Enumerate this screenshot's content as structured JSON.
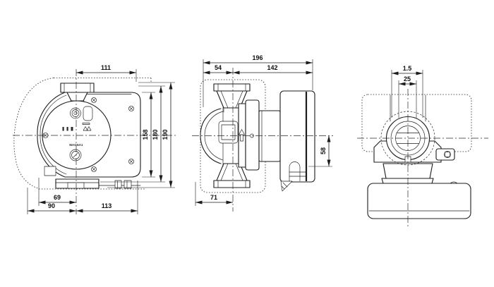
{
  "drawing": {
    "type": "pump-dimensional-drawing",
    "brand_label": "MAGNA1",
    "colors": {
      "background": "#ffffff",
      "line": "#1c1c1c"
    },
    "front_view": {
      "dims": {
        "top_width": "111",
        "body_height": "158",
        "mid_height": "180",
        "total_height": "190",
        "foot_offset": "69",
        "left_depth": "90",
        "right_depth": "113"
      }
    },
    "side_view": {
      "dims": {
        "total_length": "196",
        "front_to_axis": "54",
        "axis_to_back": "142",
        "axis_to_box_bottom": "58",
        "front_depth": "71"
      }
    },
    "top_view": {
      "dims": {
        "port_thread": "1.5",
        "port_bore": "25"
      }
    }
  }
}
